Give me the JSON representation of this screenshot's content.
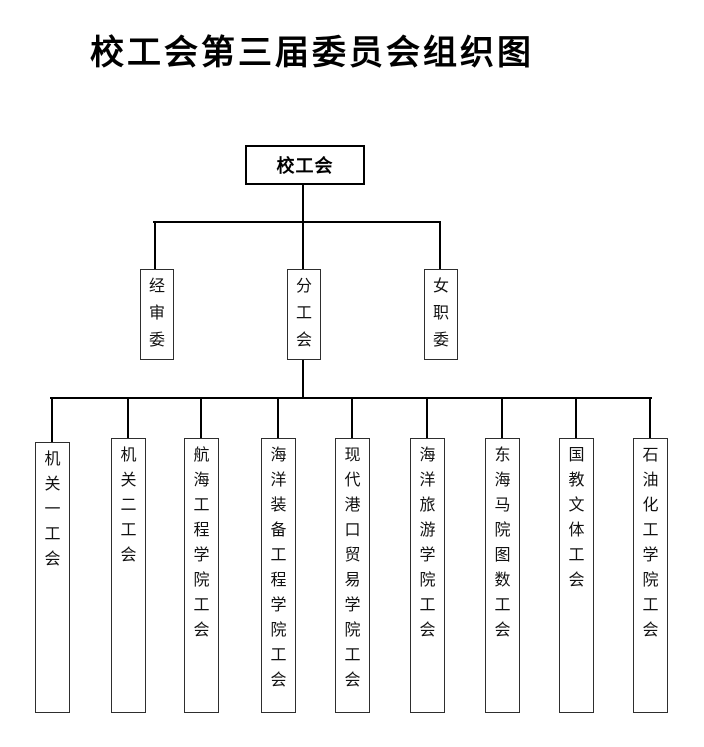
{
  "title": "校工会第三届委员会组织图",
  "root": {
    "label": "校工会"
  },
  "level2": [
    {
      "label": "经审委"
    },
    {
      "label": "分工会"
    },
    {
      "label": "女职委"
    }
  ],
  "level3": [
    {
      "label": "机关一工会"
    },
    {
      "label": "机关二工会"
    },
    {
      "label": "航海工程学院工会"
    },
    {
      "label": "海洋装备工程学院工会"
    },
    {
      "label": "现代港口贸易学院工会"
    },
    {
      "label": "海洋旅游学院工会"
    },
    {
      "label": "东海马院图数工会"
    },
    {
      "label": "国教文体工会"
    },
    {
      "label": "石油化工学院工会"
    }
  ],
  "colors": {
    "line": "#000000",
    "box_border": "#2e2e2e",
    "text": "#111111",
    "background": "#ffffff"
  }
}
